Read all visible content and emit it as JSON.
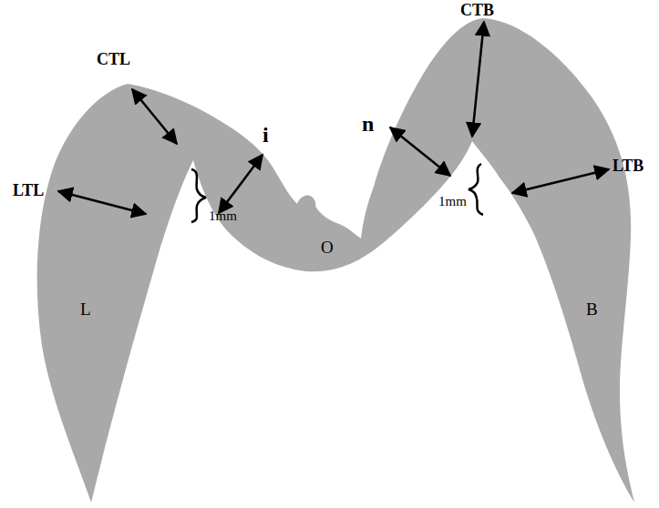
{
  "diagram": {
    "labels": [
      "CTB",
      "CTL",
      "i",
      "n",
      "LTL",
      "LTB",
      "1mm",
      "1mm",
      "O",
      "L",
      "B"
    ]
  }
}
